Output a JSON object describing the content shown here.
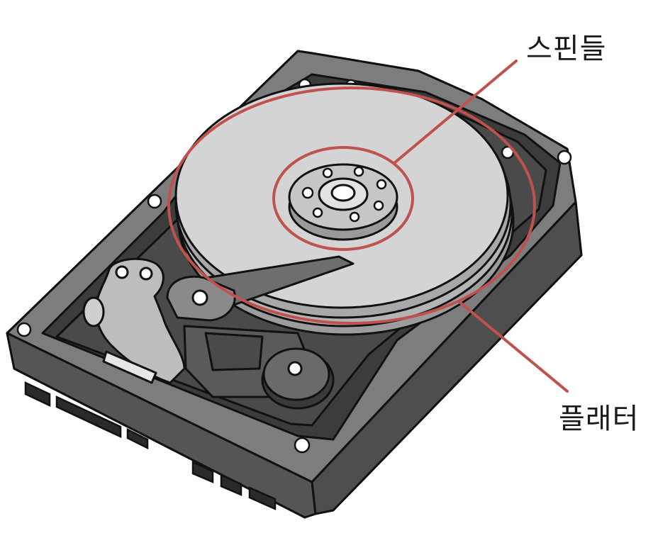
{
  "labels": {
    "spindle": "스핀들",
    "platter": "플래터"
  },
  "colors": {
    "highlight": "#c0524e",
    "outline": "#111111",
    "case_dark": "#5a5a5a",
    "case_mid": "#7d7d7d",
    "interior": "#4a4a4a",
    "platter": "#d4d4d4",
    "platter_edge": "#a8a8a8",
    "hub": "#c6c6c6",
    "screw": "#ffffff"
  },
  "icons": [
    "hard-drive-illustration",
    "spindle-hub",
    "read-write-arm",
    "platter-disk"
  ]
}
